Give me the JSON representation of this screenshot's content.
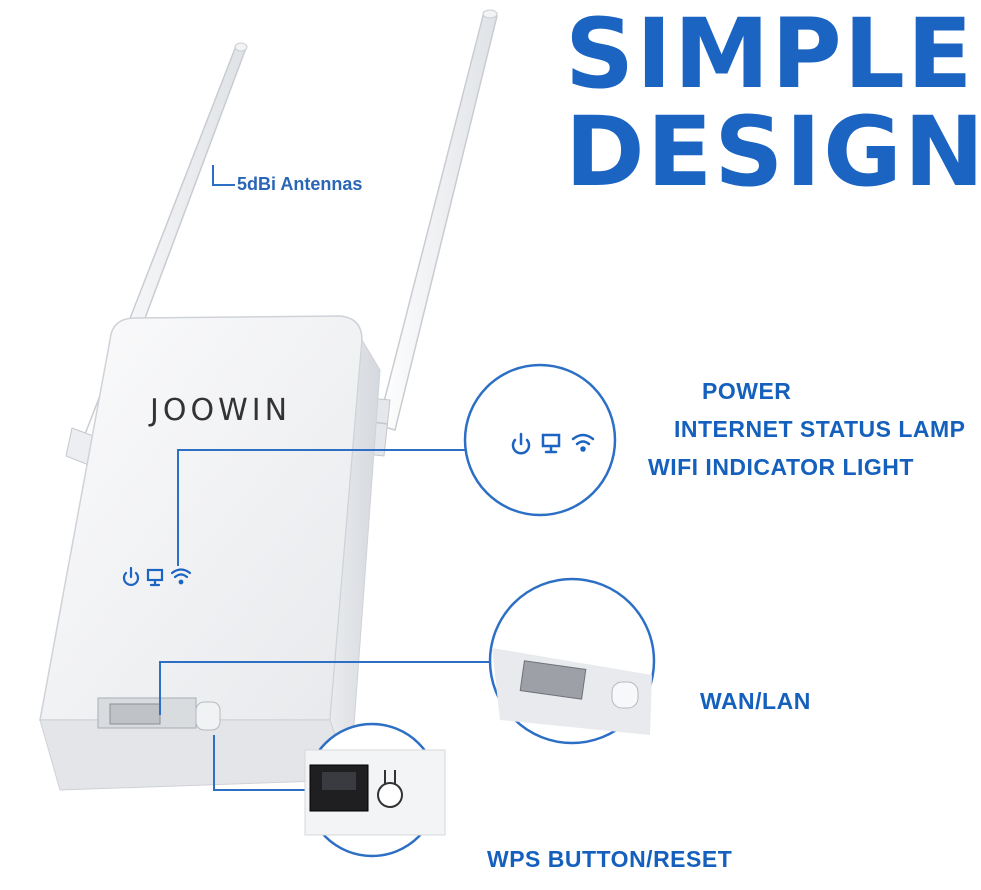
{
  "headline": {
    "line1": "SIMPLE",
    "line2": "DESIGN"
  },
  "labels": {
    "antennas": "5dBi Antennas",
    "power": "POWER",
    "internet": "INTERNET STATUS LAMP",
    "wifi": "WIFI INDICATOR LIGHT",
    "wan_lan": "WAN/LAN",
    "wps": "WPS BUTTON/RESET"
  },
  "brand": "JOOWIN",
  "colors": {
    "accent": "#1b64c2",
    "device": "#f4f5f7",
    "outline": "#2c6fc4"
  },
  "icons": [
    "power-icon",
    "monitor-icon",
    "wifi-icon",
    "ethernet-port-icon",
    "reset-button-icon"
  ]
}
